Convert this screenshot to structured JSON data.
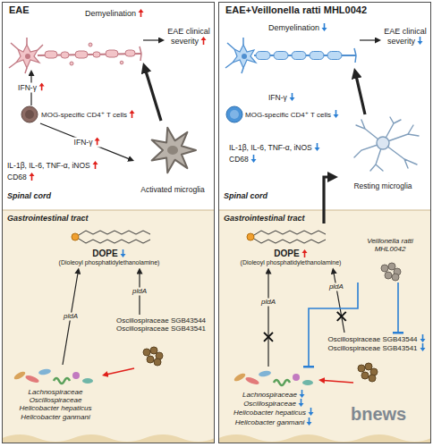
{
  "diagram": {
    "nodes": [
      {
        "text": [
          "EAE"
        ]
      },
      {
        "text": [
          "Spinal cord"
        ],
        "in": 0
      },
      {
        "text": [
          "Demyelination"
        ],
        "in": 1
      },
      {
        "text": [
          "EAE clinical severity"
        ],
        "in": 1
      },
      {
        "text": [
          "MOG-specific CD4⁺ T cells"
        ],
        "in": 1
      },
      {
        "text": [
          "Activated microglia"
        ],
        "in": 1
      },
      {
        "text": [
          "Gastrointestinal tract"
        ],
        "in": 0
      },
      {
        "text": [
          "DOPE",
          "(Dioleoyl phosphatidylethanolamine)"
        ],
        "in": 6
      },
      {
        "text": [
          "Oscillospiraceae SGB43544",
          "Oscillospiraceae SGB43541"
        ],
        "in": 6
      },
      {
        "text": [
          "Lachnospiraceae",
          "Oscillospiraceae",
          "Helicobacter hepaticus",
          "Helicobacter ganmani"
        ],
        "in": 6
      },
      {
        "text": [
          "EAE+Veillonella ratti MHL0042"
        ]
      },
      {
        "text": [
          "Spinal cord"
        ],
        "in": 10
      },
      {
        "text": [
          "Demyelination"
        ],
        "in": 11
      },
      {
        "text": [
          "EAE clinical severity"
        ],
        "in": 11
      },
      {
        "text": [
          "MOG-specific CD4⁺ T cells"
        ],
        "in": 11
      },
      {
        "text": [
          "Resting microglia"
        ],
        "in": 11
      },
      {
        "text": [
          "Gastrointestinal tract"
        ],
        "in": 10
      },
      {
        "text": [
          "DOPE",
          "(Dioleoyl phosphatidylethanolamine)"
        ],
        "in": 16
      },
      {
        "text": [
          "Veillonella ratti MHL0042"
        ],
        "in": 16
      },
      {
        "text": [
          "Oscillospiraceae SGB43544",
          "Oscillospiraceae SGB43541"
        ],
        "in": 16
      },
      {
        "text": [
          "Lachnospiraceae",
          "Oscillospiraceae",
          "Helicobacter hepaticus",
          "Helicobacter ganmani"
        ],
        "in": 16
      }
    ],
    "edges": [
      {
        "from": 2,
        "to": 3,
        "arrow": "to"
      },
      {
        "from": 4,
        "to": 2,
        "label": "IFN-γ",
        "arrow": "to"
      },
      {
        "from": 4,
        "to": 5,
        "label": "IFN-γ",
        "arrow": "to"
      },
      {
        "from": 5,
        "to": 2,
        "arrow": "to"
      },
      {
        "from": 9,
        "to": 7,
        "label": "pldA",
        "arrow": "to"
      },
      {
        "from": 8,
        "to": 7,
        "label": "pldA",
        "arrow": "to"
      },
      {
        "from": 8,
        "to": 9,
        "arrow": "to"
      },
      {
        "from": 12,
        "to": 13,
        "arrow": "to"
      },
      {
        "from": 15,
        "to": 12,
        "arrow": "to"
      },
      {
        "from": 20,
        "to": 17,
        "label": "pldA",
        "arrow": "to"
      },
      {
        "from": 19,
        "to": 17,
        "label": "pldA",
        "arrow": "to"
      },
      {
        "from": 19,
        "to": 20,
        "arrow": "to"
      },
      {
        "from": 18,
        "to": 19,
        "arrow": "to"
      },
      {
        "from": 18,
        "to": 20,
        "arrow": "to"
      },
      {
        "from": 17,
        "to": 15,
        "arrow": "to"
      }
    ],
    "labels": [
      "IL-1β, IL-6, TNF-α, iNOS",
      "CD68",
      "IFN-γ",
      "IL-1β, IL-6, TNF-α, iNOS",
      "CD68",
      "bnews"
    ]
  }
}
